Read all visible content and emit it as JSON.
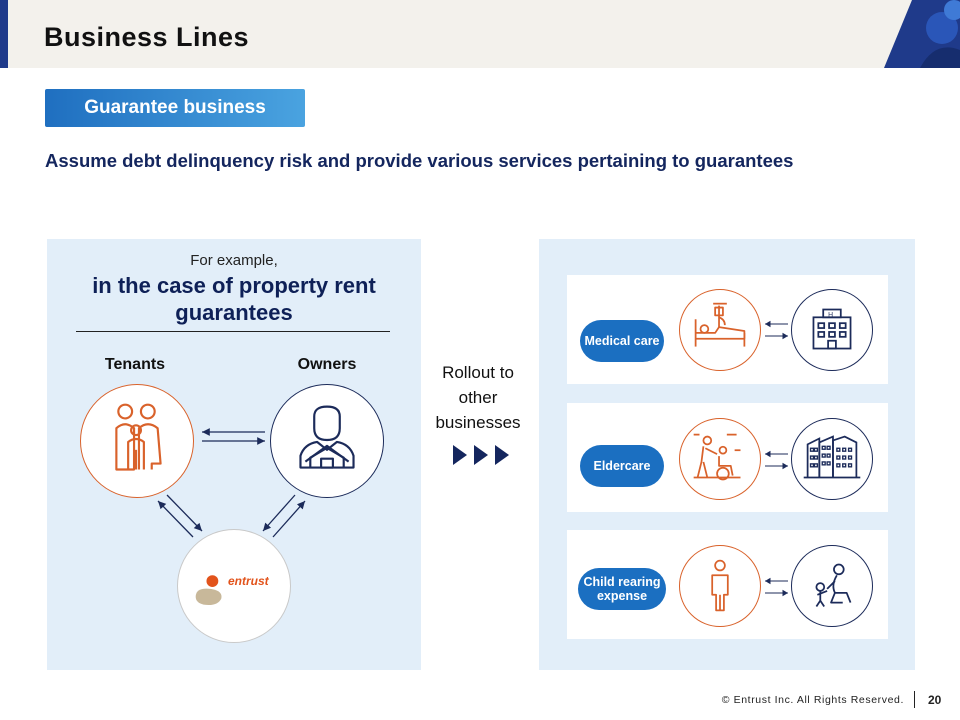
{
  "header": {
    "title": "Business Lines"
  },
  "badge": {
    "label": "Guarantee business"
  },
  "subtitle": "Assume debt delinquency risk and provide various services pertaining to guarantees",
  "example": {
    "intro": "For example,",
    "heading": "in the case of property rent guarantees",
    "tenants_label": "Tenants",
    "owners_label": "Owners",
    "logo_text": "entrust"
  },
  "rollout": {
    "text": "Rollout to other businesses"
  },
  "services": [
    {
      "label": "Medical care",
      "icon": "hospital-bed-icon",
      "facility_icon": "hospital-building-icon"
    },
    {
      "label": "Eldercare",
      "icon": "wheelchair-caregiver-icon",
      "facility_icon": "care-facility-building-icon"
    },
    {
      "label": "Child rearing expense",
      "icon": "student-icon",
      "facility_icon": "parent-child-icon"
    }
  ],
  "footer": {
    "copyright": "© Entrust Inc. All Rights Reserved.",
    "page_number": "20"
  },
  "colors": {
    "navy": "#14265e",
    "accent_blue": "#1b6fc1",
    "orange": "#d9622b",
    "panel": "#e2eef9"
  }
}
